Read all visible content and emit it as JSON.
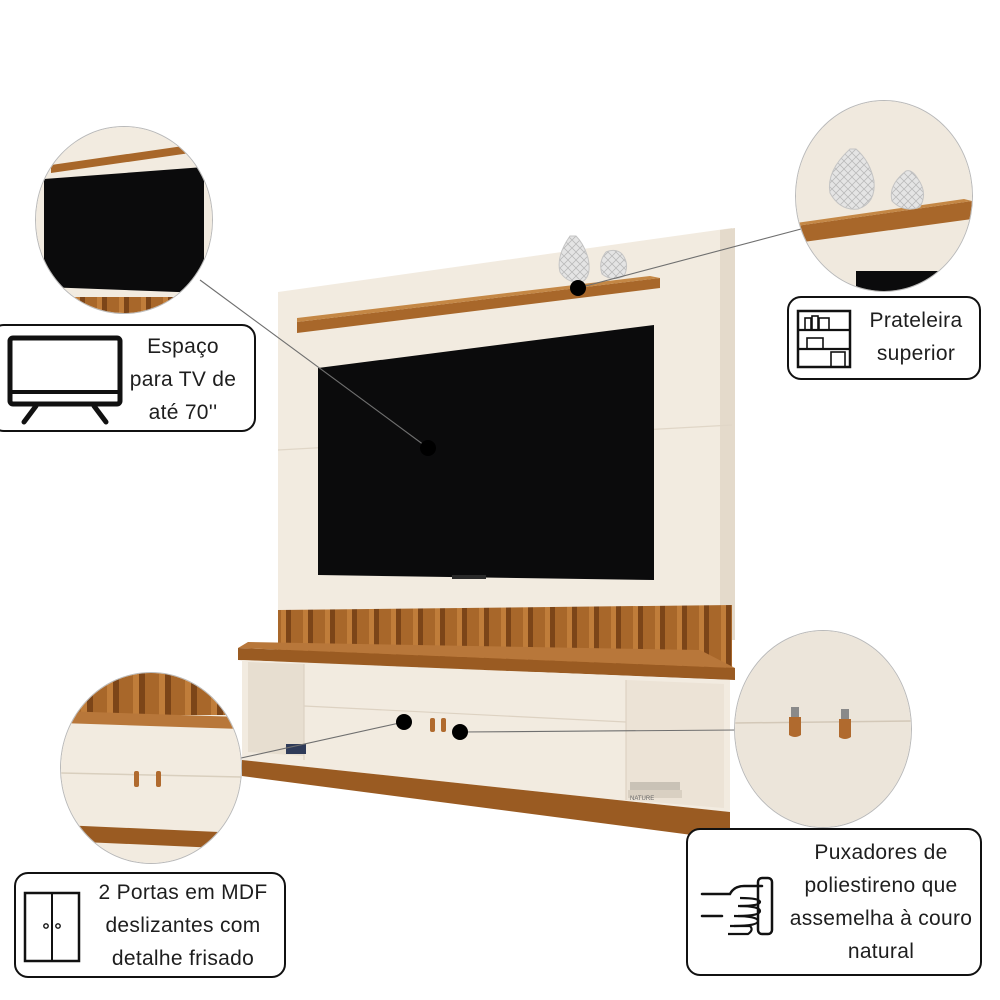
{
  "callouts": {
    "tv_space": {
      "lines": [
        "Espaço",
        "para TV de",
        "até 70''"
      ],
      "icon": "tv-icon"
    },
    "top_shelf": {
      "lines": [
        "Prateleira",
        "superior"
      ],
      "icon": "shelf-icon"
    },
    "doors": {
      "lines": [
        "2 Portas em MDF",
        "deslizantes com",
        "detalhe frisado"
      ],
      "icon": "sliding-doors-icon"
    },
    "handles": {
      "lines": [
        "Puxadores de",
        "poliestireno que",
        "assemelha à couro",
        "natural"
      ],
      "icon": "hand-grip-icon"
    }
  },
  "colors": {
    "cream": "#f2ebe0",
    "cream_shadow": "#e2d8c9",
    "wood": "#a8672a",
    "wood_dark": "#7c4518",
    "screen": "#0b0b0c",
    "vase": "#dcdcdc"
  },
  "book_spine_text": "NATURE"
}
